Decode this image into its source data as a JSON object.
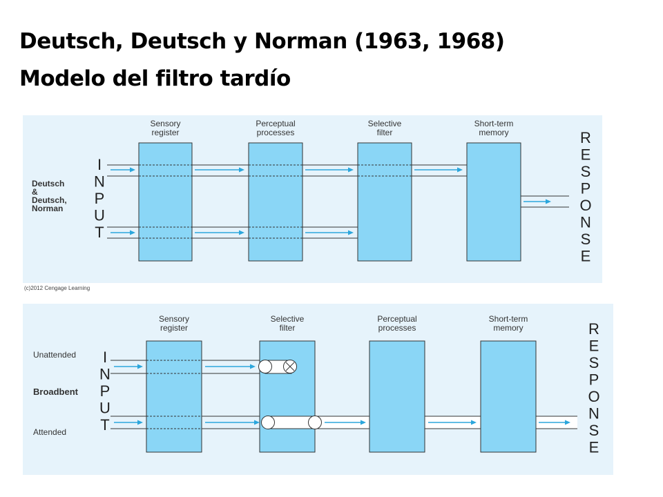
{
  "title_line1": "Deutsch, Deutsch y Norman (1963, 1968)",
  "title_line2": "Modelo del filtro tardío",
  "colors": {
    "panel_bg": "#e6f3fb",
    "box_fill": "#8ad6f6",
    "box_stroke": "#333333",
    "arrow": "#2ba6dc",
    "tube_line": "#333333"
  },
  "top_panel": {
    "model_label": [
      "Deutsch",
      "&",
      "Deutsch,",
      "Norman"
    ],
    "stages": [
      [
        "Sensory",
        "register"
      ],
      [
        "Perceptual",
        "processes"
      ],
      [
        "Selective",
        "filter"
      ],
      [
        "Short-term",
        "memory"
      ]
    ],
    "input_letters": [
      "I",
      "N",
      "P",
      "U",
      "T"
    ],
    "response_letters": [
      "R",
      "E",
      "S",
      "P",
      "O",
      "N",
      "S",
      "E"
    ],
    "credit": "(c)2012 Cengage Learning"
  },
  "bottom_panel": {
    "model_label": "Broadbent",
    "channel_labels": [
      "Unattended",
      "Attended"
    ],
    "stages": [
      [
        "Sensory",
        "register"
      ],
      [
        "Selective",
        "filter"
      ],
      [
        "Perceptual",
        "processes"
      ],
      [
        "Short-term",
        "memory"
      ]
    ],
    "input_letters": [
      "I",
      "N",
      "P",
      "U",
      "T"
    ],
    "response_letters": [
      "R",
      "E",
      "S",
      "P",
      "O",
      "N",
      "S",
      "E"
    ]
  }
}
